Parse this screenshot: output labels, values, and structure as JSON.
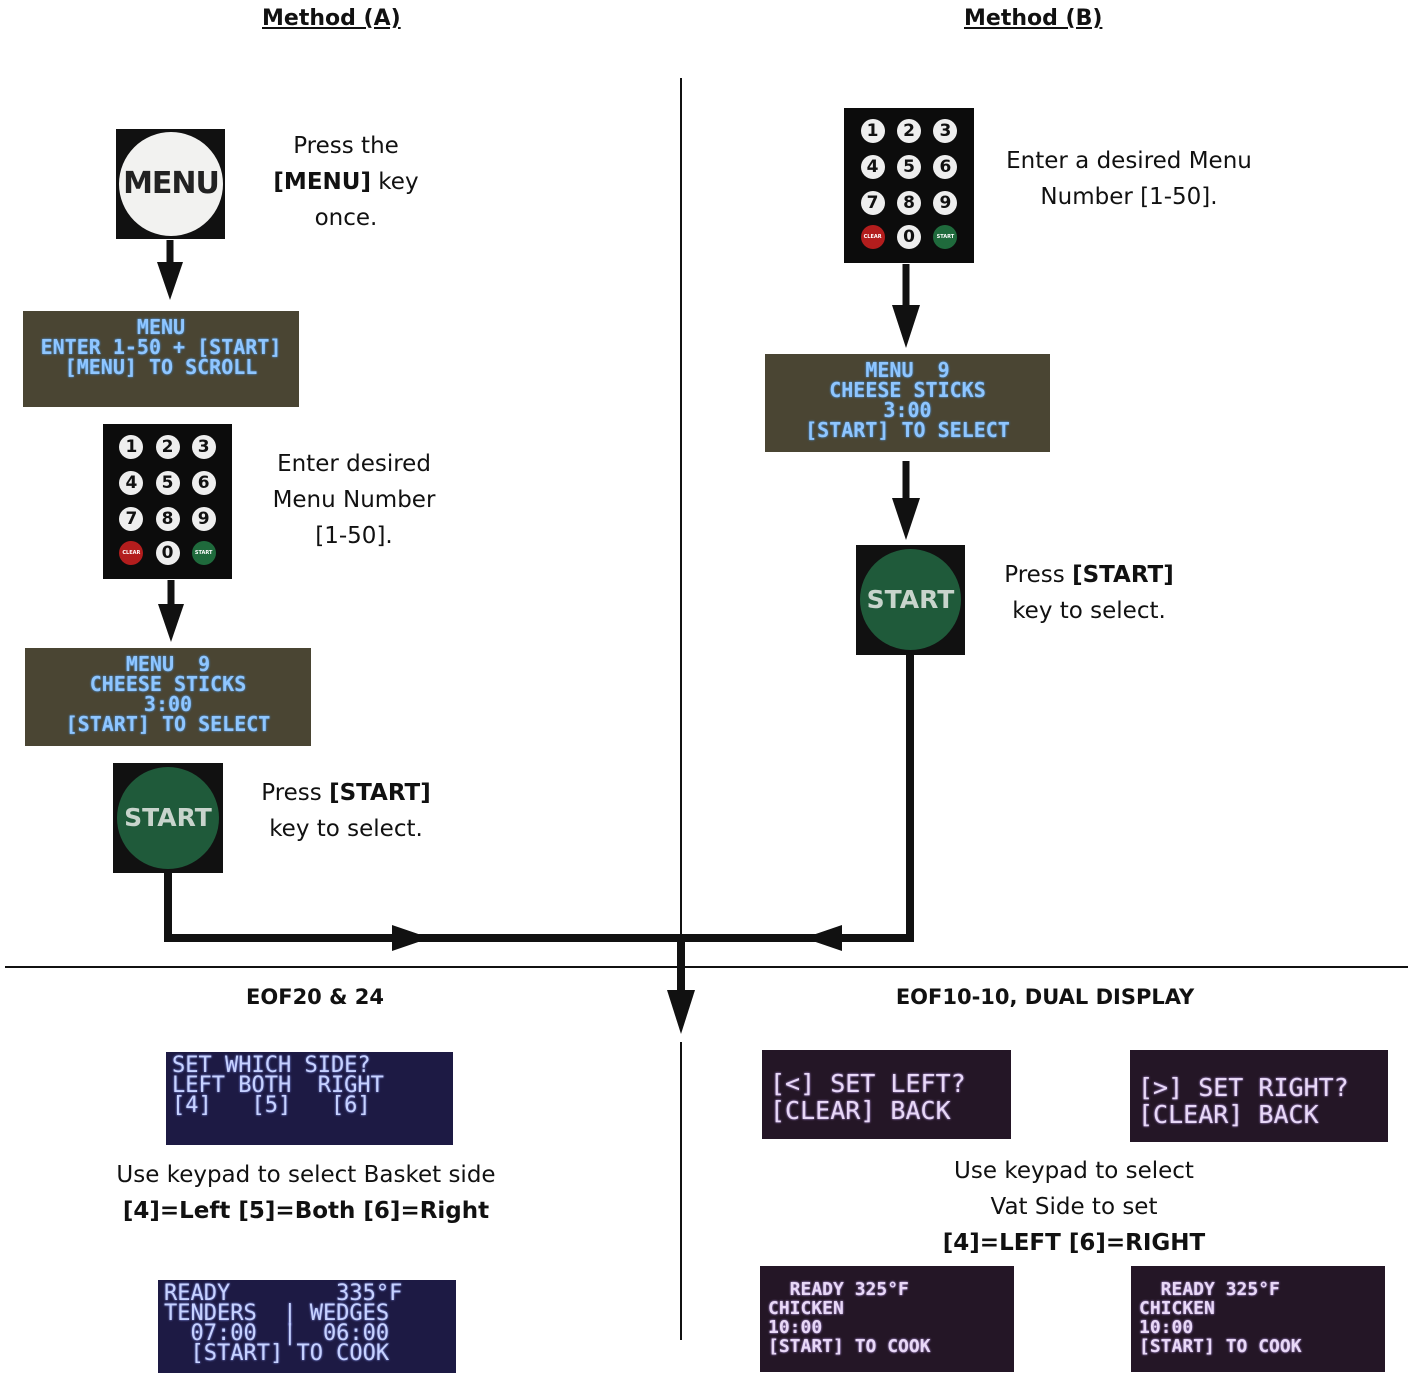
{
  "headers": {
    "method_a": "Method (A)",
    "method_b": "Method (B)"
  },
  "method_a": {
    "step1": {
      "line1": "Press the",
      "key": "[MENU]",
      "line2_tail": " key",
      "line3": "once."
    },
    "menu_button_label": "MENU",
    "lcd_menu": [
      "MENU",
      "ENTER 1-50 + [START]",
      "",
      "[MENU] TO SCROLL"
    ],
    "step2": [
      "Enter desired",
      "Menu Number",
      "[1-50]."
    ],
    "lcd_item": [
      "MENU  9",
      "CHEESE STICKS",
      "3:00",
      "[START] TO SELECT"
    ],
    "start_button_label": "START",
    "step3": {
      "pre": "Press ",
      "key": "[START]",
      "line2": "key to select."
    }
  },
  "method_b": {
    "step1": [
      "Enter a desired Menu",
      "Number [1-50]."
    ],
    "lcd_item": [
      "MENU  9",
      "CHEESE STICKS",
      "3:00",
      "[START] TO SELECT"
    ],
    "start_button_label": "START",
    "step2": {
      "pre": "Press ",
      "key": "[START]",
      "line2": "key to select."
    }
  },
  "keypad": {
    "keys": [
      "1",
      "2",
      "3",
      "4",
      "5",
      "6",
      "7",
      "8",
      "9",
      "0"
    ],
    "clear_label": "CLEAR",
    "start_label": "START"
  },
  "eof20": {
    "title": "EOF20 & 24",
    "lcd_side": [
      "SET WHICH SIDE?",
      "LEFT BOTH  RIGHT",
      "[4]   [5]   [6]"
    ],
    "instr1": "Use keypad to select Basket side",
    "instr2": "[4]=Left [5]=Both [6]=Right",
    "lcd_ready": [
      "READY        335°F",
      "TENDERS  | WEDGES",
      "  07:00  |  06:00",
      "  [START] TO COOK"
    ]
  },
  "eof10": {
    "title": "EOF10-10, DUAL DISPLAY",
    "lcd_left": [
      "[<] SET LEFT?",
      "[CLEAR] BACK"
    ],
    "lcd_right": [
      "[>] SET RIGHT?",
      "[CLEAR] BACK"
    ],
    "instr": [
      "Use keypad to select",
      "Vat Side to set"
    ],
    "instr_bold": "[4]=LEFT [6]=RIGHT",
    "lcd_ready_left": [
      "  READY 325°F",
      "CHICKEN",
      "10:00",
      "[START] TO COOK"
    ],
    "lcd_ready_right": [
      "  READY 325°F",
      "CHICKEN",
      "10:00",
      "[START] TO COOK"
    ]
  },
  "colors": {
    "amber_lcd_bg": "#4a4533",
    "amber_lcd_text": "#8fc6ff",
    "purple_lcd_bg": "#241626",
    "navy_lcd_bg": "#1d1a44",
    "start_button": "#1f5a3a",
    "clear_key": "#b31d1d"
  }
}
